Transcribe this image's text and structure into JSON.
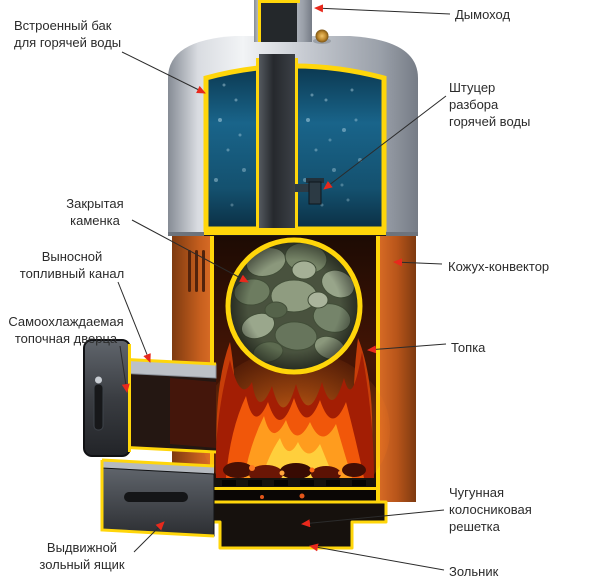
{
  "figure": {
    "description": "Cutaway diagram of a wood-fired sauna stove with built-in hot water tank, labeled parts in Russian"
  },
  "colors": {
    "background": "#ffffff",
    "cut_edge_yellow": "#ffd60a",
    "arrow_red": "#e8291c",
    "body_orange": "#c65f1e",
    "steel_gray": "#c6cad1",
    "water_blue": "#19648a",
    "flame_orange": "#ff8c1a",
    "label_text": "#2b2b2b"
  },
  "labels": {
    "tank": {
      "line1": "Встроенный бак",
      "line2": "для горячей воды"
    },
    "chimney": {
      "line1": "Дымоход"
    },
    "fitting": {
      "line1": "Штуцер",
      "line2": "разбора",
      "line3": "горячей воды"
    },
    "stones": {
      "line1": "Закрытая",
      "line2": "каменка"
    },
    "fuel_channel": {
      "line1": "Выносной",
      "line2": "топливный канал"
    },
    "door": {
      "line1": "Самоохлаждаемая",
      "line2": "топочная дверца"
    },
    "convector": {
      "line1": "Кожух-конвектор"
    },
    "firebox": {
      "line1": "Топка"
    },
    "grate": {
      "line1": "Чугунная",
      "line2": "колосниковая",
      "line3": "решетка"
    },
    "ash_drawer": {
      "line1": "Выдвижной",
      "line2": "зольный ящик"
    },
    "ash_pan": {
      "line1": "Зольник"
    }
  }
}
